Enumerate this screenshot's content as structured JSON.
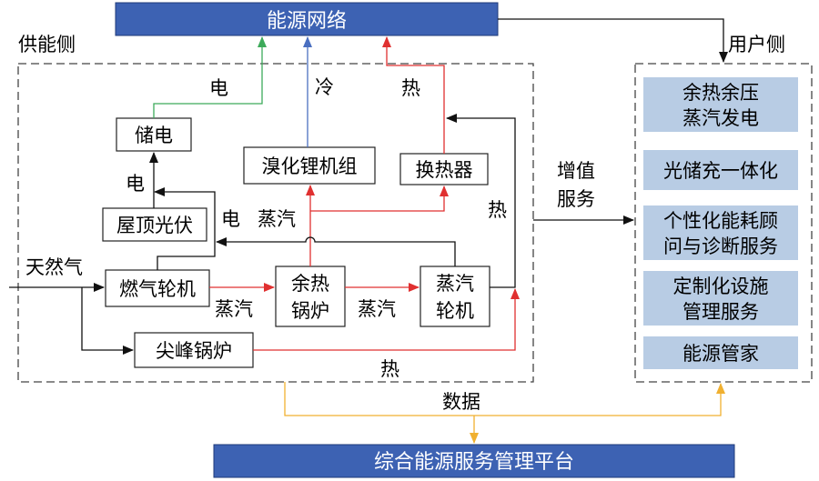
{
  "top_bar": {
    "label": "能源网络",
    "fill": "#3d62b3"
  },
  "bottom_bar": {
    "label": "综合能源服务管理平台",
    "fill": "#3d62b3"
  },
  "supply_side": {
    "title": "供能侧",
    "nodes": {
      "storage": "储电",
      "pv": "屋顶光伏",
      "chiller": "溴化锂机组",
      "exchanger": "换热器",
      "turbine": "燃气轮机",
      "whb_line1": "余热",
      "whb_line2": "锅炉",
      "st_line1": "蒸汽",
      "st_line2": "轮机",
      "peak": "尖峰锅炉"
    },
    "labels": {
      "elec_top": "电",
      "cold": "冷",
      "heat_top": "热",
      "elec_pv": "电",
      "elec_turbine": "电",
      "steam_up": "蒸汽",
      "heat_right": "热",
      "natural_gas": "天然气",
      "steam1": "蒸汽",
      "steam2": "蒸汽",
      "heat_bottom": "热"
    }
  },
  "value_added": {
    "line1": "增值",
    "line2": "服务"
  },
  "user_side": {
    "title": "用户侧",
    "services": [
      {
        "lines": [
          "余热余压",
          "蒸汽发电"
        ]
      },
      {
        "lines": [
          "光储充一体化"
        ]
      },
      {
        "lines": [
          "个性化能耗顾",
          "问与诊断服务"
        ]
      },
      {
        "lines": [
          "定制化设施",
          "管理服务"
        ]
      },
      {
        "lines": [
          "能源管家"
        ]
      }
    ],
    "service_fill": "#b8cce4"
  },
  "data_label": "数据",
  "colors": {
    "electric": "#3daa5a",
    "cold": "#4a6fc0",
    "heat": "#e03030",
    "data": "#f0b030",
    "black": "#111111"
  }
}
